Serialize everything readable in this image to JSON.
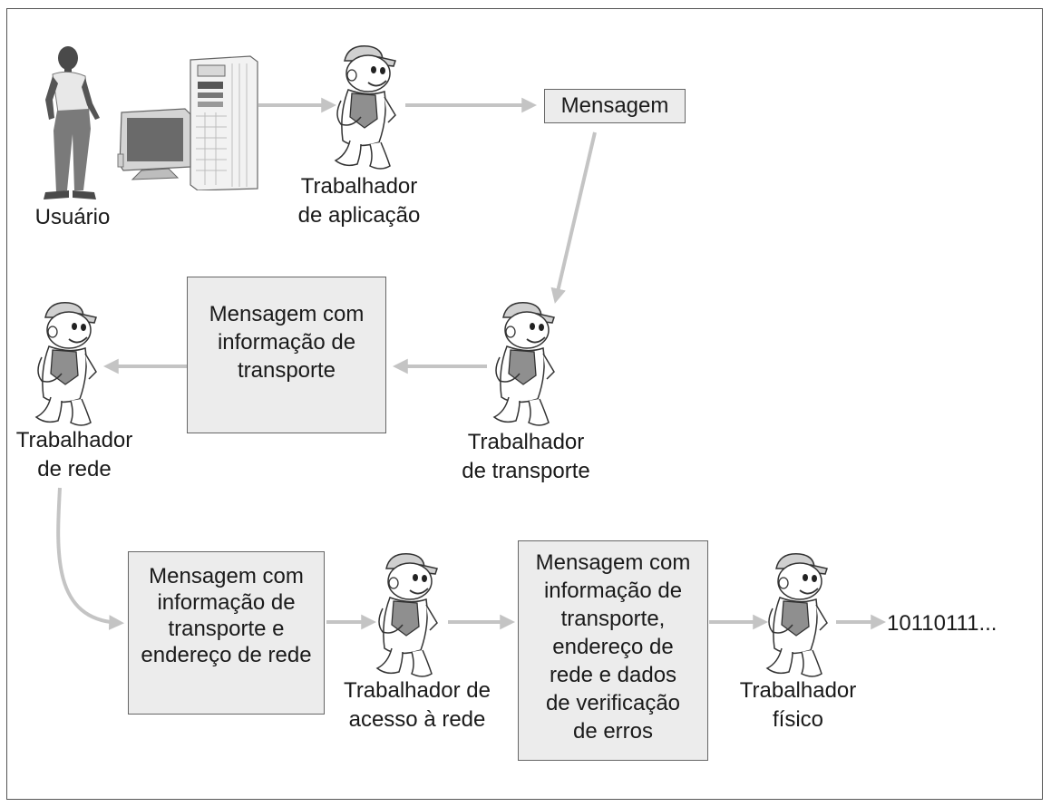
{
  "labels": {
    "user": "Usuário",
    "application_worker": [
      "Trabalhador",
      "de aplicação"
    ],
    "transport_worker": [
      "Trabalhador",
      "de transporte"
    ],
    "network_worker": [
      "Trabalhador",
      "de rede"
    ],
    "network_access_worker": [
      "Trabalhador de",
      "acesso à rede"
    ],
    "physical_worker": [
      "Trabalhador",
      "físico"
    ],
    "bits_output": "10110111..."
  },
  "boxes": {
    "message": [
      "Mensagem"
    ],
    "message_transport": [
      "Mensagem com",
      "informação de",
      "transporte"
    ],
    "message_transport_network": [
      "Mensagem com",
      "informação de",
      "transporte e",
      "endereço de rede"
    ],
    "message_transport_network_errors": [
      "Mensagem com",
      "informação de",
      "transporte,",
      "endereço de",
      "rede e dados",
      "de verificação",
      "de erros"
    ]
  },
  "colors": {
    "box_fill": "#ececec",
    "arrow": "#c4c4c4",
    "figure_dark": "#5a5a5a",
    "figure_mid": "#8f8f8f",
    "figure_light": "#d0d0d0"
  },
  "icons": [
    "person-icon",
    "computer-icon",
    "worker-icon"
  ]
}
